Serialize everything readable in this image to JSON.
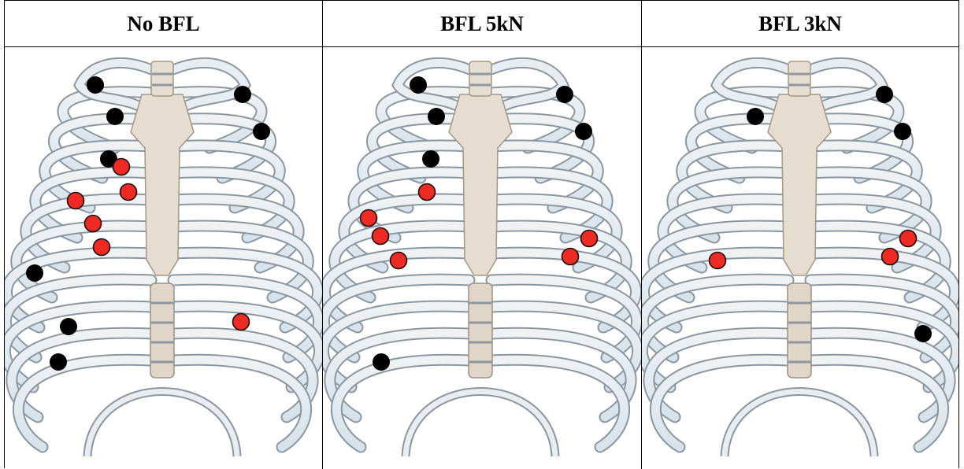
{
  "table": {
    "columns": [
      {
        "title": "No BFL"
      },
      {
        "title": "BFL 5kN"
      },
      {
        "title": "BFL 3kN"
      }
    ]
  },
  "legend_colors": {
    "black_marker": "#000000",
    "red_marker": "#ee2a24",
    "bone_light": "#d8e2ea",
    "bone_dark": "#8b97a0",
    "sternum": "#e5ddd0"
  }
}
